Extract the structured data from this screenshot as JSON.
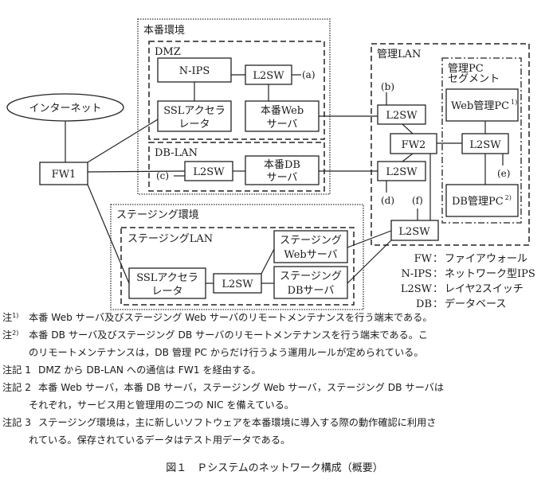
{
  "diagram": {
    "internet": "インターネット",
    "fw1": "FW1",
    "production_env": {
      "title": "本番環境",
      "dmz": {
        "title": "DMZ",
        "nips": "N-IPS",
        "l2sw": "L2SW",
        "point_a": "(a)",
        "ssl_line1": "SSLアクセラ",
        "ssl_line2": "レータ",
        "web_line1": "本番Web",
        "web_line2": "サーバ"
      },
      "db_lan": {
        "title": "DB-LAN",
        "l2sw": "L2SW",
        "point_c": "(c)",
        "db_line1": "本番DB",
        "db_line2": "サーバ"
      }
    },
    "mgmt_lan": {
      "title": "管理LAN",
      "point_b": "(b)",
      "l2sw_top": "L2SW",
      "fw2": "FW2",
      "l2sw_mid": "L2SW",
      "point_d": "(d)",
      "point_f": "(f)",
      "l2sw_bottom": "L2SW",
      "pc_segment": {
        "title_line1": "管理PC",
        "title_line2": "セグメント",
        "web_pc": "Web管理PC",
        "web_pc_note": "1)",
        "l2sw": "L2SW",
        "point_e": "(e)",
        "db_pc": "DB管理PC",
        "db_pc_note": "2)"
      }
    },
    "staging_env": {
      "title": "ステージング環境",
      "lan": {
        "title": "ステージングLAN",
        "ssl_line1": "SSLアクセラ",
        "ssl_line2": "レータ",
        "l2sw": "L2SW",
        "web_line1": "ステージング",
        "web_line2": "Webサーバ",
        "db_line1": "ステージング",
        "db_line2": "DBサーバ"
      }
    },
    "legend": [
      {
        "abbr": "FW",
        "sep": "：",
        "desc": "ファイアウォール"
      },
      {
        "abbr": "N-IPS",
        "sep": "：",
        "desc": "ネットワーク型IPS"
      },
      {
        "abbr": "L2SW",
        "sep": "：",
        "desc": "レイヤ2スイッチ"
      },
      {
        "abbr": "DB",
        "sep": "：",
        "desc": "データベース"
      }
    ]
  },
  "notes": [
    {
      "tag": "注",
      "sup": "1)",
      "lines": [
        "本番 Web サーバ及びステージング Web サーバのリモートメンテナンスを行う端末である。"
      ]
    },
    {
      "tag": "注",
      "sup": "2)",
      "lines": [
        "本番 DB サーバ及びステージング DB サーバのリモートメンテナンスを行う端末である。こ",
        "のリモートメンテナンスは，DB 管理 PC からだけ行うよう運用ルールが定められている。"
      ]
    },
    {
      "tag": "注記 1",
      "sup": "",
      "lines": [
        "DMZ から DB-LAN への通信は FW1 を経由する。"
      ]
    },
    {
      "tag": "注記 2",
      "sup": "",
      "lines": [
        "本番 Web サーバ，本番 DB サーバ，ステージング Web サーバ，ステージング DB サーバは",
        "それぞれ，サービス用と管理用の二つの NIC を備えている。"
      ]
    },
    {
      "tag": "注記 3",
      "sup": "",
      "lines": [
        "ステージング環境は，主に新しいソフトウェアを本番環境に導入する際の動作確認に利用さ",
        "れている。保存されているデータはテスト用データである。"
      ]
    }
  ],
  "caption": "図１　Ｐシステムのネットワーク構成（概要）"
}
